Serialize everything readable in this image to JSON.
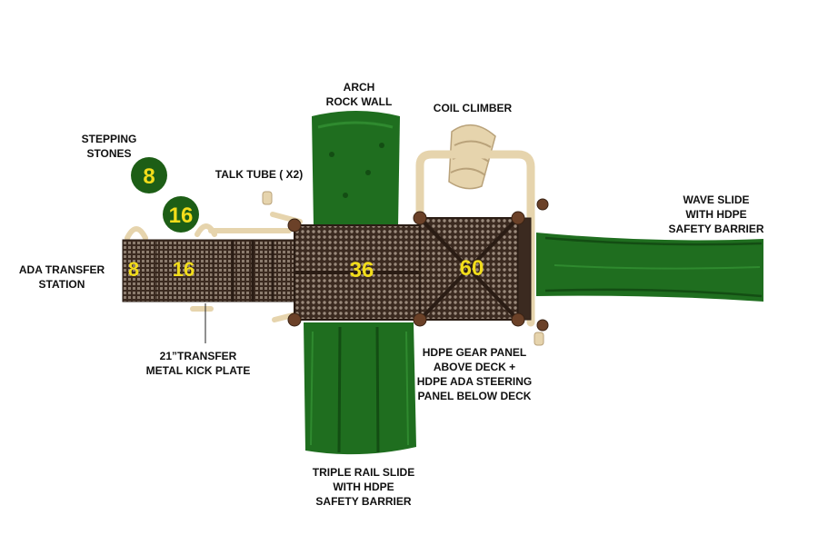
{
  "colors": {
    "deck": "#3b2a20",
    "deck_dot": "#9a8a7c",
    "green": "#1f6e1f",
    "green_dark": "#134d13",
    "tan": "#e6d4ad",
    "tan_dark": "#b9a27a",
    "brown_post": "#6b4128",
    "number": "#f2dd1b",
    "stone": "#1d5e16"
  },
  "labels": {
    "arch_rock_wall": [
      "ARCH",
      "ROCK WALL"
    ],
    "coil_climber": [
      "COIL CLIMBER"
    ],
    "stepping_stones": [
      "STEPPING",
      "STONES"
    ],
    "talk_tube": [
      "TALK TUBE ( X2)"
    ],
    "wave_slide": [
      "WAVE SLIDE",
      "WITH HDPE",
      "SAFETY BARRIER"
    ],
    "ada_transfer": [
      "ADA TRANSFER",
      "STATION"
    ],
    "transfer_kick_plate": [
      "21”TRANSFER",
      "METAL KICK PLATE"
    ],
    "hdpe_gear_panel": [
      "HDPE GEAR PANEL",
      "ABOVE DECK +",
      "HDPE ADA STEERING",
      "PANEL BELOW DECK"
    ],
    "triple_rail_slide": [
      "TRIPLE RAIL SLIDE",
      "WITH HDPE",
      "SAFETY BARRIER"
    ]
  },
  "heights": {
    "stone_small": "8",
    "stone_large": "16",
    "ada_station": "8",
    "transfer_step": "16",
    "main_deck": "36",
    "tall_deck": "60"
  }
}
